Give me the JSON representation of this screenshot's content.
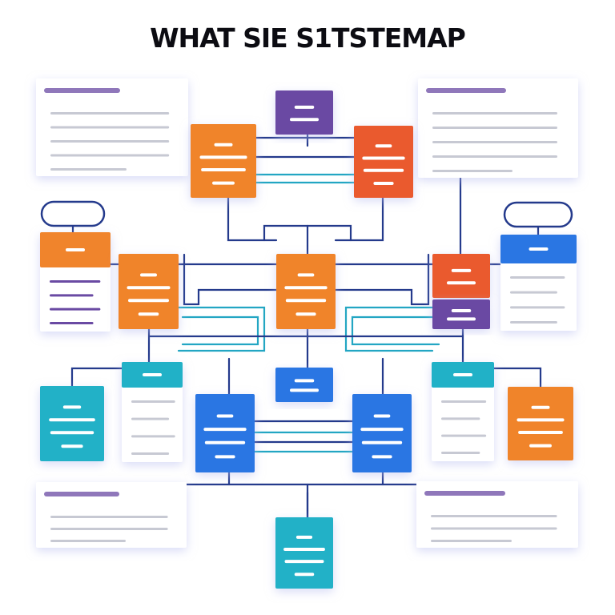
{
  "title": "WHAT SIE S1TSTEMAP",
  "colors": {
    "background": "#ffffff",
    "card": "#ffffff",
    "card_shadow": "#c9cdf2",
    "purple": "#6a4aa3",
    "orange": "#f0842c",
    "red": "#ea5a2d",
    "blue": "#2a76e3",
    "teal": "#21b1c7",
    "connector_dark": "#243a8c",
    "connector_teal": "#23a6c3",
    "line_gray": "#c7c9d3",
    "text_bar": "#ffffff"
  },
  "nodes": [
    {
      "id": "header-panel-top-left",
      "kind": "panel",
      "color": "purple",
      "lines": 5
    },
    {
      "id": "header-panel-top-right",
      "kind": "panel",
      "color": "purple",
      "lines": 5
    },
    {
      "id": "root-node",
      "kind": "box",
      "color": "purple"
    },
    {
      "id": "orange-node-top",
      "kind": "box",
      "color": "orange"
    },
    {
      "id": "red-node-top",
      "kind": "box",
      "color": "red"
    },
    {
      "id": "pill-left",
      "kind": "pill"
    },
    {
      "id": "pill-right",
      "kind": "pill"
    },
    {
      "id": "orange-card-left",
      "kind": "card",
      "color": "orange"
    },
    {
      "id": "blue-card-right",
      "kind": "card",
      "color": "blue"
    },
    {
      "id": "orange-node-left",
      "kind": "box",
      "color": "orange"
    },
    {
      "id": "orange-node-center",
      "kind": "box",
      "color": "orange"
    },
    {
      "id": "red-node-right",
      "kind": "box",
      "color": "red"
    },
    {
      "id": "purple-node-right",
      "kind": "box",
      "color": "purple"
    },
    {
      "id": "blue-node-center",
      "kind": "box",
      "color": "blue"
    },
    {
      "id": "teal-card-left",
      "kind": "card",
      "color": "teal"
    },
    {
      "id": "teal-node-left",
      "kind": "box",
      "color": "teal"
    },
    {
      "id": "teal-card-right",
      "kind": "card",
      "color": "teal"
    },
    {
      "id": "orange-card-right",
      "kind": "box",
      "color": "orange"
    },
    {
      "id": "blue-node-left",
      "kind": "box",
      "color": "blue"
    },
    {
      "id": "blue-node-right",
      "kind": "box",
      "color": "blue"
    },
    {
      "id": "footer-panel-left",
      "kind": "panel",
      "color": "purple",
      "lines": 3
    },
    {
      "id": "footer-panel-right",
      "kind": "panel",
      "color": "purple",
      "lines": 3
    },
    {
      "id": "teal-node-bottom",
      "kind": "box",
      "color": "teal"
    }
  ]
}
